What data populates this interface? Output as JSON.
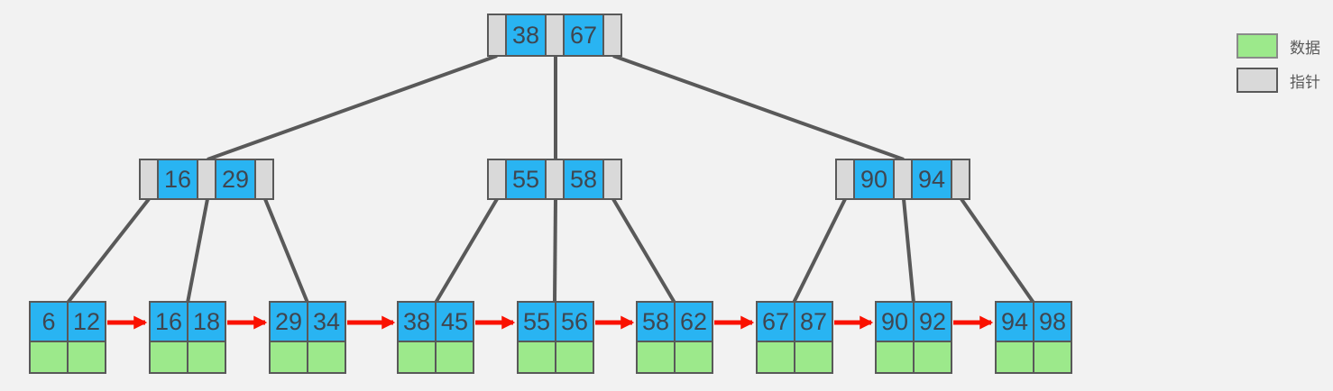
{
  "legend": {
    "items": [
      {
        "name": "data",
        "label": "数据",
        "color": "#9ce98b"
      },
      {
        "name": "pointer",
        "label": "指针",
        "color": "#d9d9d9"
      }
    ]
  },
  "tree": {
    "root": {
      "keys": [
        "38",
        "67"
      ]
    },
    "internal_nodes": [
      {
        "keys": [
          "16",
          "29"
        ]
      },
      {
        "keys": [
          "55",
          "58"
        ]
      },
      {
        "keys": [
          "90",
          "94"
        ]
      }
    ],
    "leaf_nodes": [
      {
        "keys": [
          "6",
          "12"
        ]
      },
      {
        "keys": [
          "16",
          "18"
        ]
      },
      {
        "keys": [
          "29",
          "34"
        ]
      },
      {
        "keys": [
          "38",
          "45"
        ]
      },
      {
        "keys": [
          "55",
          "56"
        ]
      },
      {
        "keys": [
          "58",
          "62"
        ]
      },
      {
        "keys": [
          "67",
          "87"
        ]
      },
      {
        "keys": [
          "90",
          "92"
        ]
      },
      {
        "keys": [
          "94",
          "98"
        ]
      }
    ]
  },
  "colors": {
    "key_cell": "#29b4f2",
    "data_cell": "#9ce98b",
    "pointer_cell": "#d9d9d9",
    "edge": "#595959",
    "leaf_link_arrow": "#fa1100",
    "cell_text": "#3f4650",
    "background": "#f2f2f2"
  }
}
